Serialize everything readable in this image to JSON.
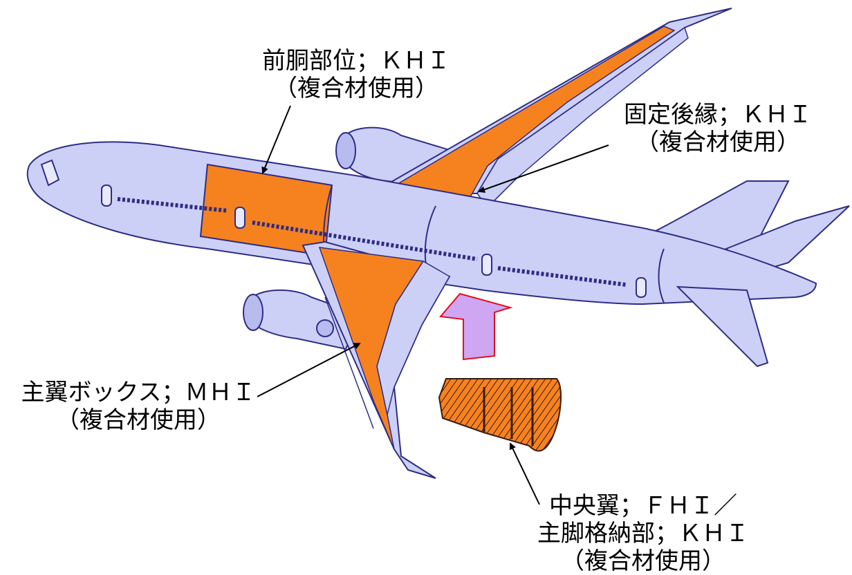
{
  "colors": {
    "fuselage_fill": "#cdd0f6",
    "outline": "#2e2c86",
    "composite_orange": "#f6821f",
    "arrow_fill": "#cfa6f2",
    "arrow_stroke": "#e01020"
  },
  "labels": {
    "forward_fuselage": {
      "line1": "前胴部位；ＫＨＩ",
      "line2": "（複合材使用）"
    },
    "fixed_trailing_edge": {
      "line1": "固定後縁；ＫＨＩ",
      "line2": "（複合材使用）"
    },
    "wing_box": {
      "line1": "主翼ボックス；ＭＨＩ",
      "line2": "（複合材使用）"
    },
    "center_wing": {
      "line1": "中央翼；ＦＨＩ／",
      "line2": "主脚格納部；ＫＨＩ",
      "line3": "（複合材使用）"
    }
  }
}
